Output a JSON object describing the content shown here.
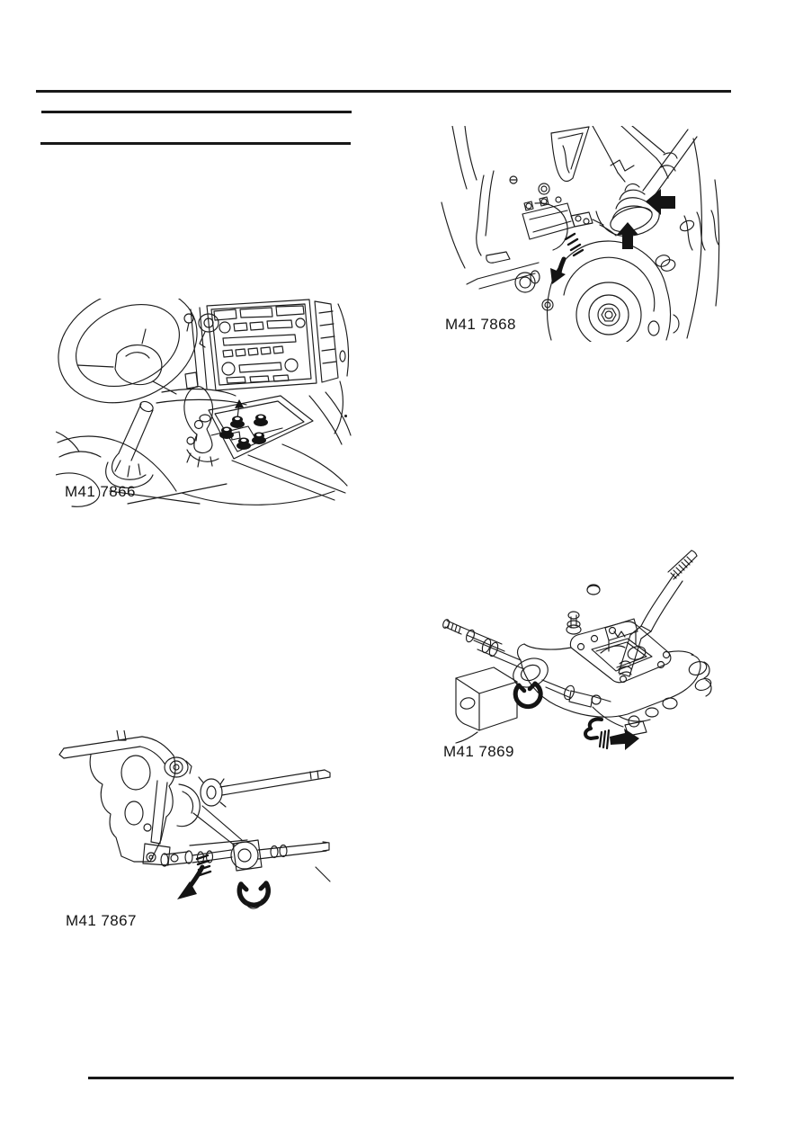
{
  "page": {
    "background": "#ffffff",
    "ink_color": "#1c1c1c"
  },
  "figures": [
    {
      "caption": "M41 7866",
      "name": "interior-center-console-gear-levers-illustration"
    },
    {
      "caption": "M41 7868",
      "name": "gearbox-gear-lever-boot-illustration"
    },
    {
      "caption": "M41 7867",
      "name": "gear-linkage-lever-and-clip-illustration"
    },
    {
      "caption": "M41 7869",
      "name": "gear-change-housing-assembly-illustration"
    }
  ]
}
